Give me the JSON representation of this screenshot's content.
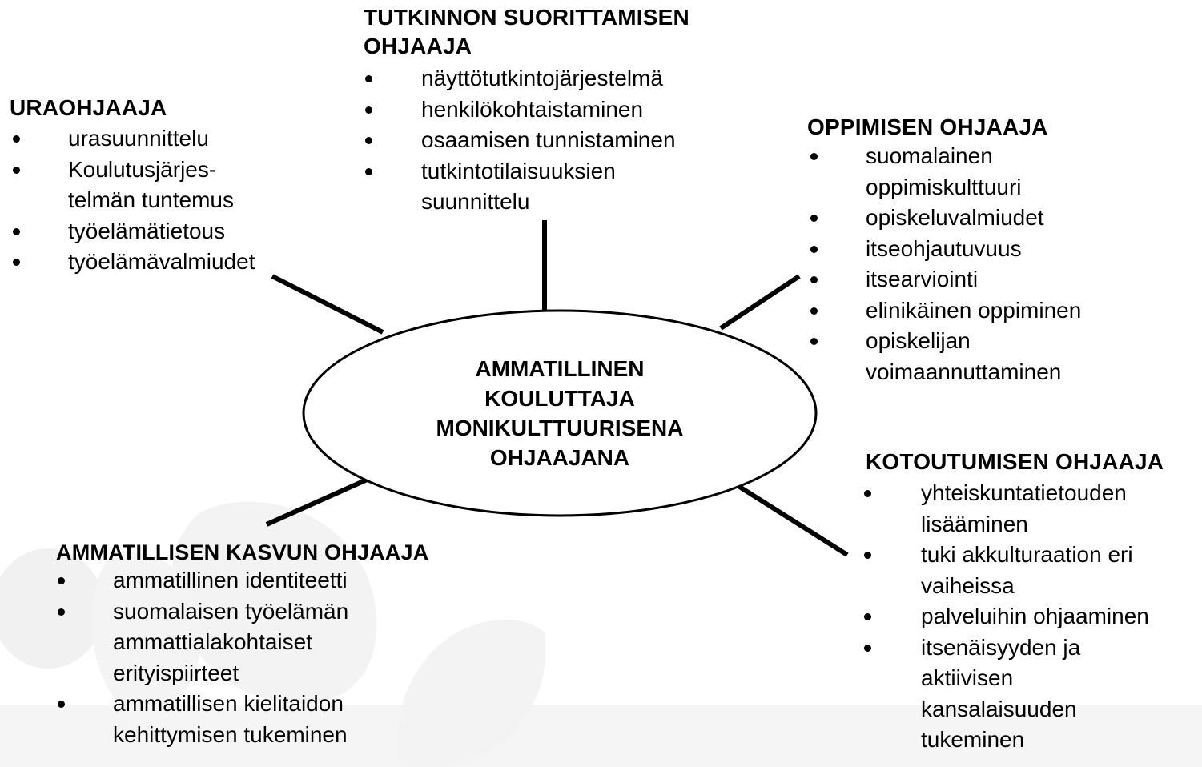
{
  "center": {
    "text": "AMMATILLINEN\nKOULUTTAJA\nMONIKULTTUURISENA\nOHJAAJANA"
  },
  "blocks": {
    "uraohjaaja": {
      "title": "URAOHJAAJA",
      "items": [
        "urasuunnittelu",
        "Koulutusjärjes-\ntelmän tuntemus",
        "työelämätietous",
        "työelämävalmiudet"
      ]
    },
    "tutkinnon": {
      "title": "TUTKINNON SUORITTAMISEN\nOHJAAJA",
      "items": [
        "näyttötutkintojärjestelmä",
        "henkilökohtaistaminen",
        "osaamisen tunnistaminen",
        "tutkintotilaisuuksien\nsuunnittelu"
      ]
    },
    "oppimisen": {
      "title": "OPPIMISEN OHJAAJA",
      "items": [
        "suomalainen\noppimiskulttuuri",
        "opiskeluvalmiudet",
        "itseohjautuvuus",
        "itsearviointi",
        "elinikäinen oppiminen",
        "opiskelijan\nvoimaannuttaminen"
      ]
    },
    "kotoutumisen": {
      "title": "KOTOUTUMISEN OHJAAJA",
      "items": [
        "yhteiskuntatietouden\n lisääminen",
        "tuki akkulturaation eri\nvaiheissa",
        "palveluihin ohjaaminen",
        "itsenäisyyden ja\naktiivisen\nkansalaisuuden\ntukeminen"
      ]
    },
    "kasvun": {
      "title": "AMMATILLISEN KASVUN OHJAAJA",
      "items": [
        "ammatillinen identiteetti",
        "suomalaisen työelämän\n ammattialakohtaiset\n erityispiirteet",
        "ammatillisen kielitaidon\nkehittymisen tukeminen"
      ]
    }
  },
  "colors": {
    "text": "#000000",
    "background": "#ffffff",
    "watermark": "#f1f1f1"
  }
}
